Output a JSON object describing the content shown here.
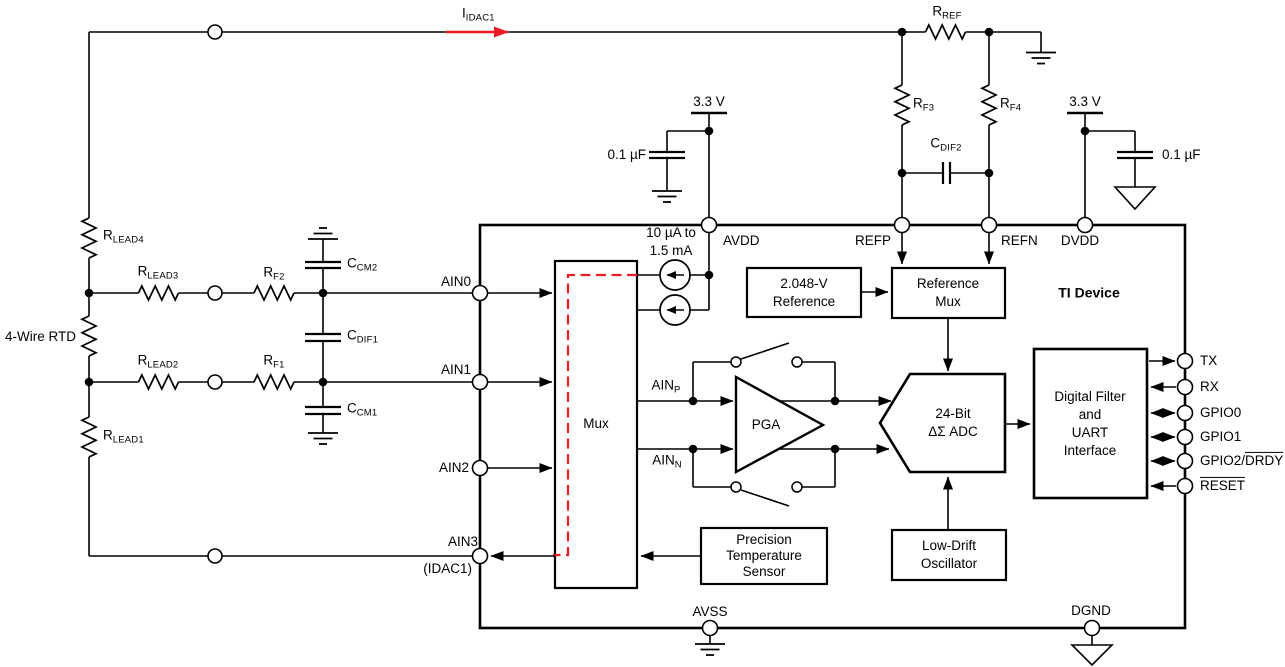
{
  "colors": {
    "wire": "#000000",
    "accent_red": "#EC1C24",
    "background": "#FFFFFF"
  },
  "left_network": {
    "rtd_label": "4-Wire RTD",
    "idac_current": {
      "base": "I",
      "sub": "IDAC1"
    },
    "r_lead4": {
      "base": "R",
      "sub": "LEAD4"
    },
    "r_lead3": {
      "base": "R",
      "sub": "LEAD3"
    },
    "r_lead2": {
      "base": "R",
      "sub": "LEAD2"
    },
    "r_lead1": {
      "base": "R",
      "sub": "LEAD1"
    },
    "r_f2": {
      "base": "R",
      "sub": "F2"
    },
    "r_f1": {
      "base": "R",
      "sub": "F1"
    },
    "c_cm2": {
      "base": "C",
      "sub": "CM2"
    },
    "c_dif1": {
      "base": "C",
      "sub": "DIF1"
    },
    "c_cm1": {
      "base": "C",
      "sub": "CM1"
    }
  },
  "reference_network": {
    "r_ref": {
      "base": "R",
      "sub": "REF"
    },
    "r_f3": {
      "base": "R",
      "sub": "F3"
    },
    "r_f4": {
      "base": "R",
      "sub": "F4"
    },
    "c_dif2": {
      "base": "C",
      "sub": "DIF2"
    }
  },
  "supplies": {
    "avdd_rail": "3.3 V",
    "avdd_cap": "0.1 µF",
    "dvdd_rail": "3.3 V",
    "dvdd_cap": "0.1 µF"
  },
  "device": {
    "title": "TI Device",
    "idac_range": {
      "line1": "10 µA to",
      "line2": "1.5 mA"
    },
    "pins": {
      "ain0": "AIN0",
      "ain1": "AIN1",
      "ain2": "AIN2",
      "ain3": "AIN3",
      "ain3_alt": "(IDAC1)",
      "avdd": "AVDD",
      "refp": "REFP",
      "refn": "REFN",
      "dvdd": "DVDD",
      "avss": "AVSS",
      "dgnd": "DGND",
      "tx": "TX",
      "rx": "RX",
      "gpio0": "GPIO0",
      "gpio1": "GPIO1",
      "gpio2_prefix": "GPIO2/",
      "gpio2_drdy": "DRDY",
      "reset": "RESET"
    },
    "signals": {
      "ain_p": {
        "base": "AIN",
        "sub": "P"
      },
      "ain_n": {
        "base": "AIN",
        "sub": "N"
      }
    },
    "blocks": {
      "mux": "Mux",
      "pga": "PGA",
      "adc": {
        "line1": "24-Bit",
        "line2": "ΔΣ ADC"
      },
      "vref": {
        "line1": "2.048-V",
        "line2": "Reference"
      },
      "refmux": {
        "line1": "Reference",
        "line2": "Mux"
      },
      "digital": {
        "line1": "Digital Filter",
        "line2": "and",
        "line3": "UART",
        "line4": "Interface"
      },
      "temp_sensor": {
        "line1": "Precision",
        "line2": "Temperature",
        "line3": "Sensor"
      },
      "oscillator": {
        "line1": "Low-Drift",
        "line2": "Oscillator"
      }
    }
  }
}
